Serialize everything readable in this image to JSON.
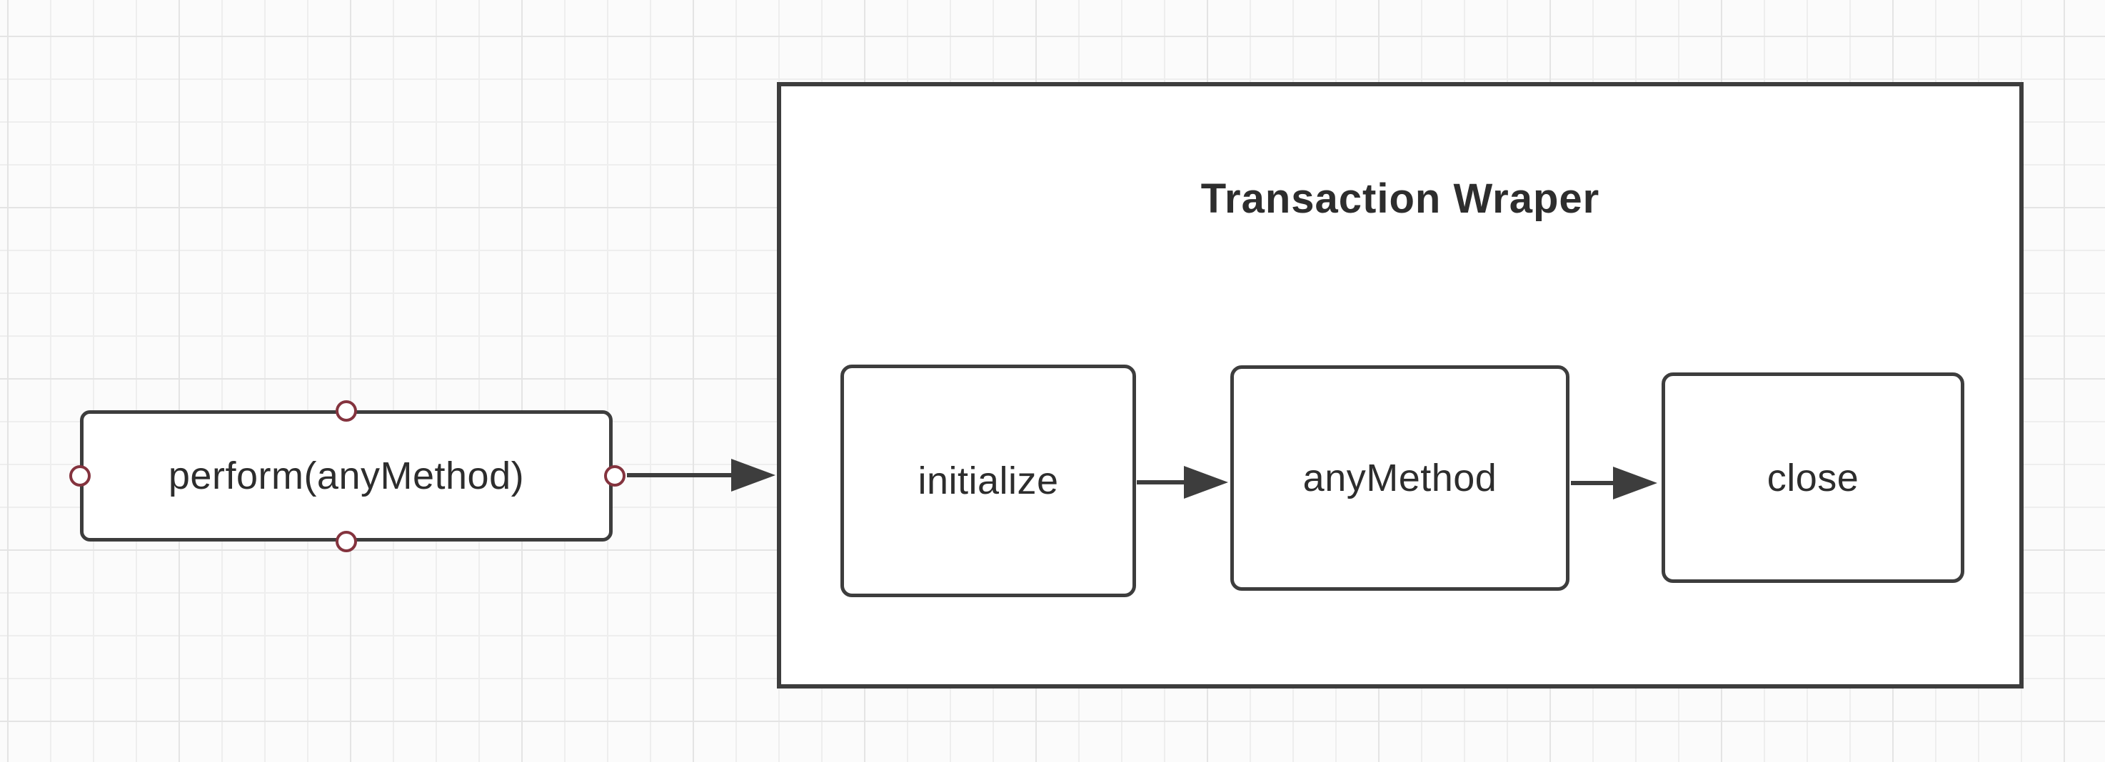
{
  "colors": {
    "background": "#fbfbfb",
    "grid_minor": "#eeeeee",
    "grid_major": "#e4e4e4",
    "node_border": "#3d3d3d",
    "node_fill": "#ffffff",
    "text": "#2d2d2d",
    "arrow": "#3d3d3d",
    "connection_point": "#84333e"
  },
  "nodes": {
    "perform": {
      "label": "perform(anyMethod)"
    },
    "wrapper": {
      "title": "Transaction Wraper",
      "steps": [
        {
          "label": "initialize"
        },
        {
          "label": "anyMethod"
        },
        {
          "label": "close"
        }
      ]
    }
  }
}
